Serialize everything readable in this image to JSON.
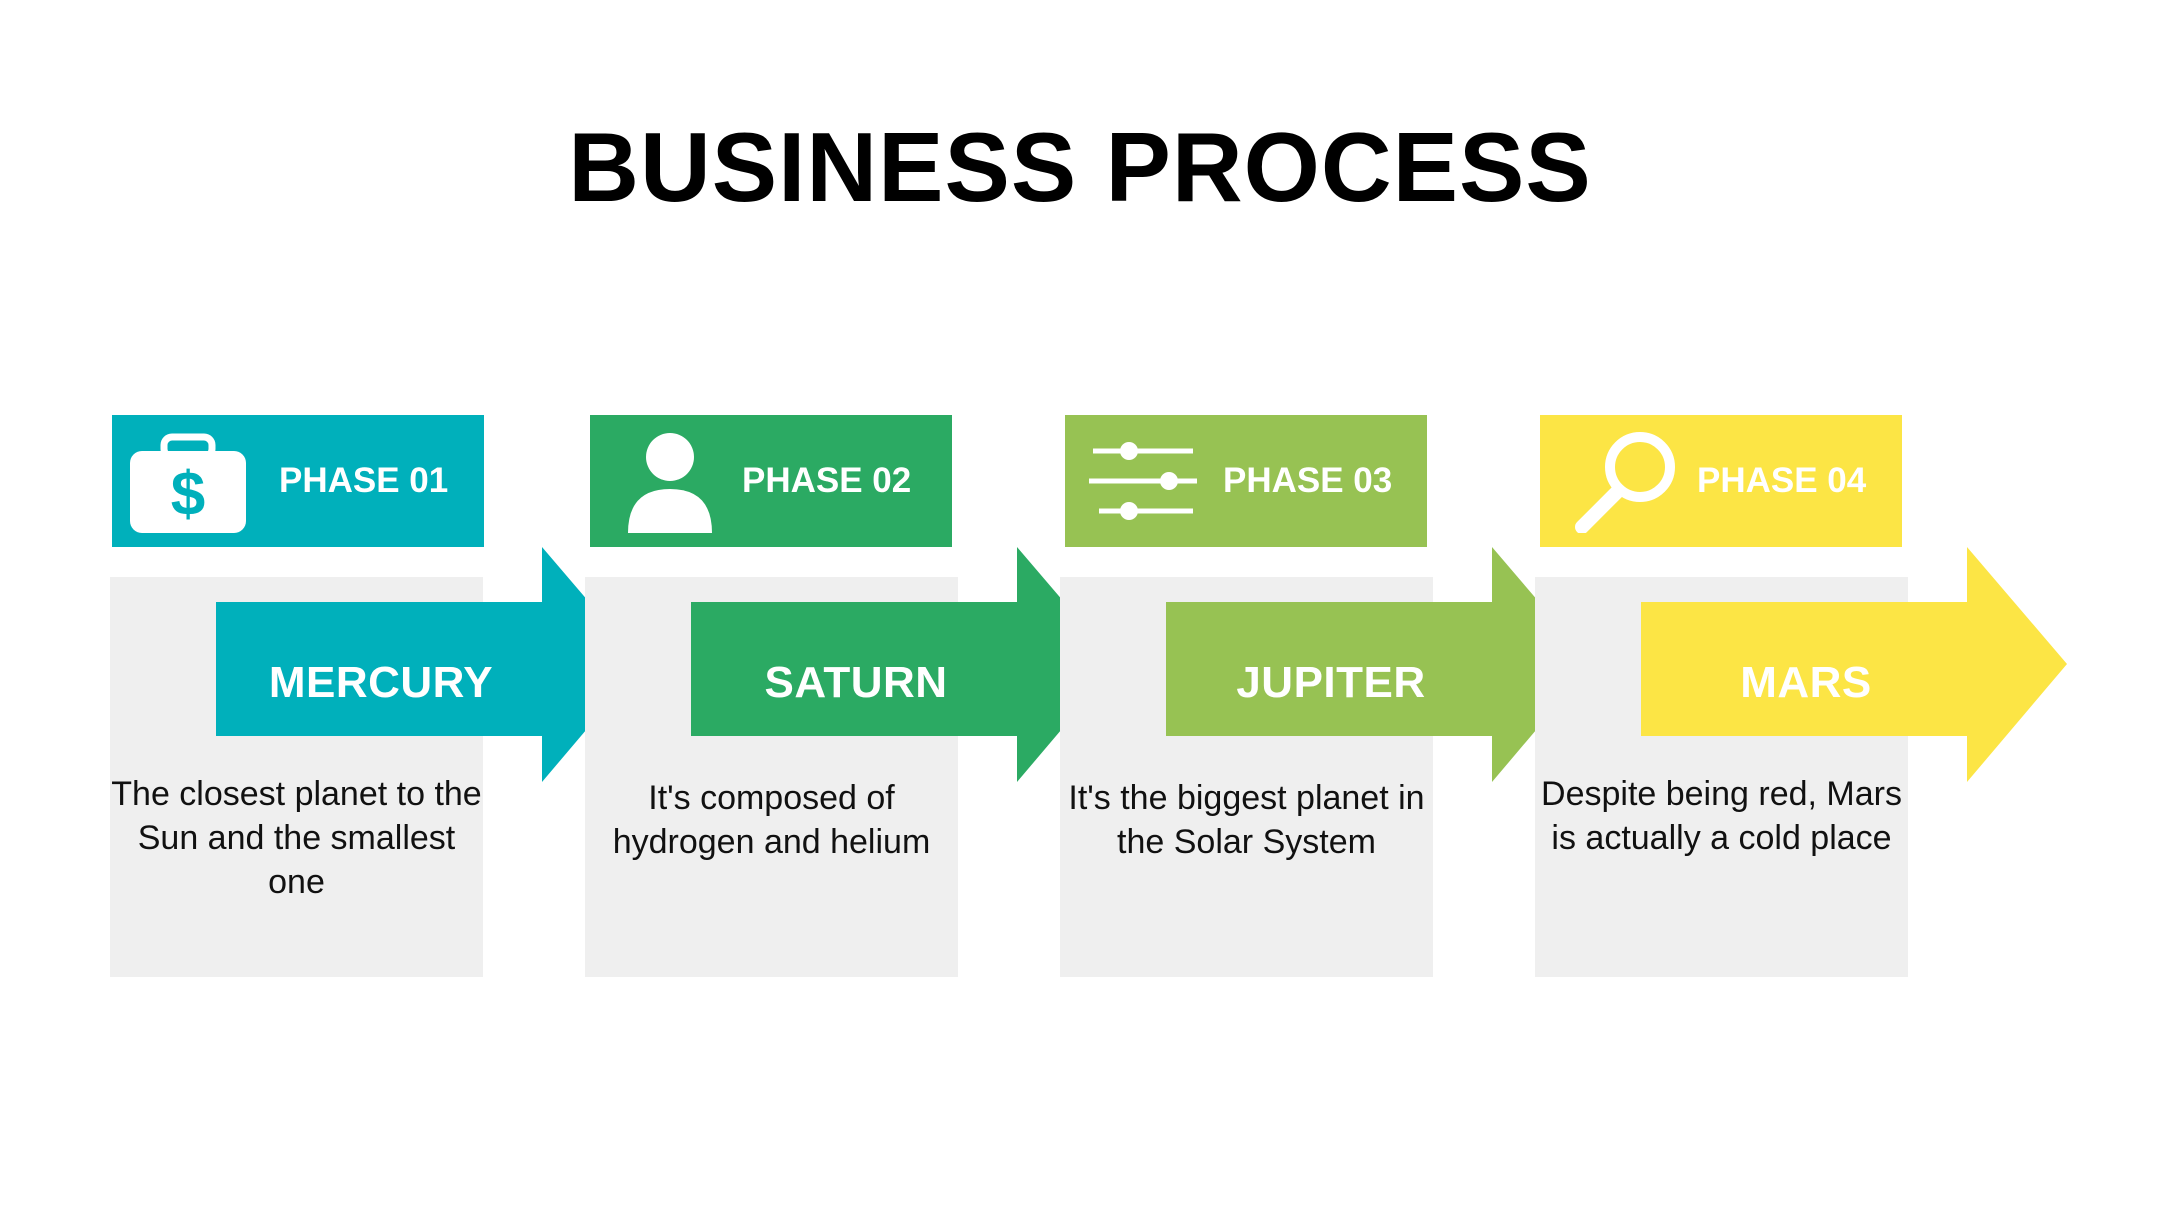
{
  "title": "BUSINESS PROCESS",
  "phases": [
    {
      "label": "PHASE 01",
      "name": "MERCURY",
      "description": "The closest planet to the Sun and the smallest one",
      "color": "#00B0BB",
      "icon": "money-bag-icon"
    },
    {
      "label": "PHASE 02",
      "name": "SATURN",
      "description": "It's composed of hydrogen and helium",
      "color": "#2BAA63",
      "icon": "user-icon"
    },
    {
      "label": "PHASE 03",
      "name": "JUPITER",
      "description": "It's the biggest planet in the Solar System",
      "color": "#97C253",
      "icon": "sliders-icon"
    },
    {
      "label": "PHASE 04",
      "name": "MARS",
      "description": "Despite being red, Mars is actually a cold place",
      "color": "#FCE545",
      "icon": "search-icon"
    }
  ]
}
